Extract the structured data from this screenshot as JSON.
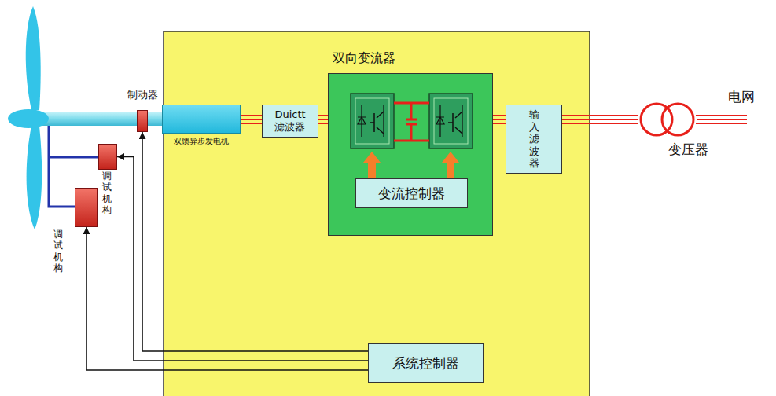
{
  "diagram": {
    "nodes": [
      {
        "text": [
          "制动器"
        ]
      },
      {
        "text": [
          "调试 机构"
        ]
      },
      {
        "text": [
          "调试 机构"
        ]
      },
      {
        "text": [
          "双馈异步发电机"
        ]
      },
      {
        "text": [
          "Duictt 滤波器"
        ]
      },
      {
        "text": [
          "双向变流器"
        ]
      },
      {
        "text": [
          "变流控制器"
        ],
        "in": 5
      },
      {
        "text": [
          "输入 滤波器"
        ]
      },
      {
        "text": [
          "变压器"
        ]
      },
      {
        "text": [
          "系统控制器"
        ]
      }
    ],
    "edges": [
      {
        "from": 9,
        "to": 0,
        "arrow": "to"
      },
      {
        "from": 9,
        "to": 1,
        "arrow": "to"
      },
      {
        "from": 9,
        "to": 2,
        "arrow": "to"
      },
      {
        "from": 3,
        "to": 4,
        "arrow": "none"
      },
      {
        "from": 4,
        "to": 5,
        "arrow": "none"
      },
      {
        "from": 5,
        "to": 7,
        "arrow": "none"
      },
      {
        "from": 7,
        "to": 8,
        "arrow": "none"
      }
    ],
    "labels": [
      "电网"
    ]
  }
}
